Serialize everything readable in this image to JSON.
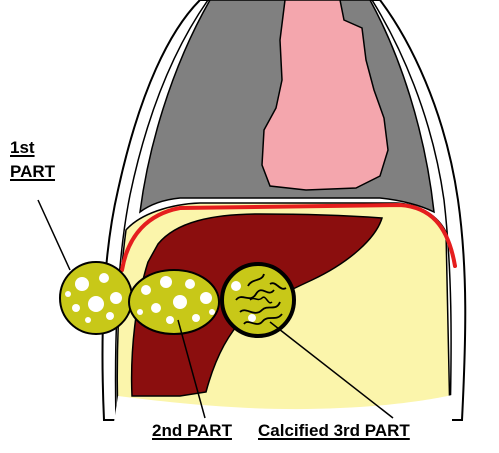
{
  "labels": {
    "part1_line1": "1st",
    "part1_line2": "PART",
    "part2": "2nd PART",
    "part3": "Calcified 3rd PART"
  },
  "colors": {
    "background": "#ffffff",
    "body_wall": "#ffffff",
    "outline": "#000000",
    "lung_cavity": "#808080",
    "heart": "#f4a6ad",
    "diaphragm": "#e51e1e",
    "abdomen": "#fbf5ab",
    "liver": "#8b0e0e",
    "cyst": "#c8c818",
    "cyst_spots": "#ffffff",
    "calcification": "#000000"
  }
}
